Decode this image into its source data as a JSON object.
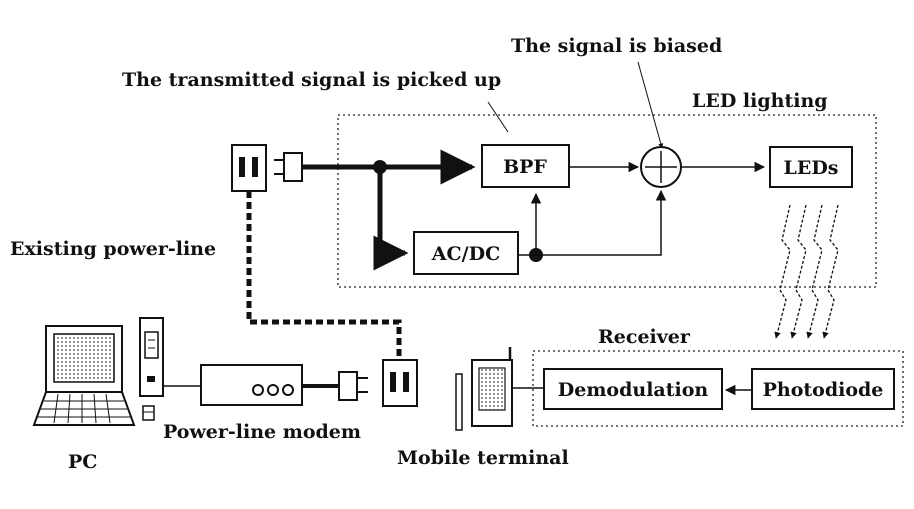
{
  "labels": {
    "signal_biased": "The signal is biased",
    "signal_picked": "The transmitted signal is picked up",
    "led_lighting": "LED lighting",
    "existing_power_line": "Existing power-line",
    "receiver": "Receiver",
    "power_line_modem": "Power-line modem",
    "pc": "PC",
    "mobile_terminal": "Mobile terminal"
  },
  "blocks": {
    "bpf": "BPF",
    "acdc": "AC/DC",
    "leds": "LEDs",
    "demodulation": "Demodulation",
    "photodiode": "Photodiode"
  },
  "colors": {
    "ink": "#111111",
    "background": "#ffffff"
  }
}
